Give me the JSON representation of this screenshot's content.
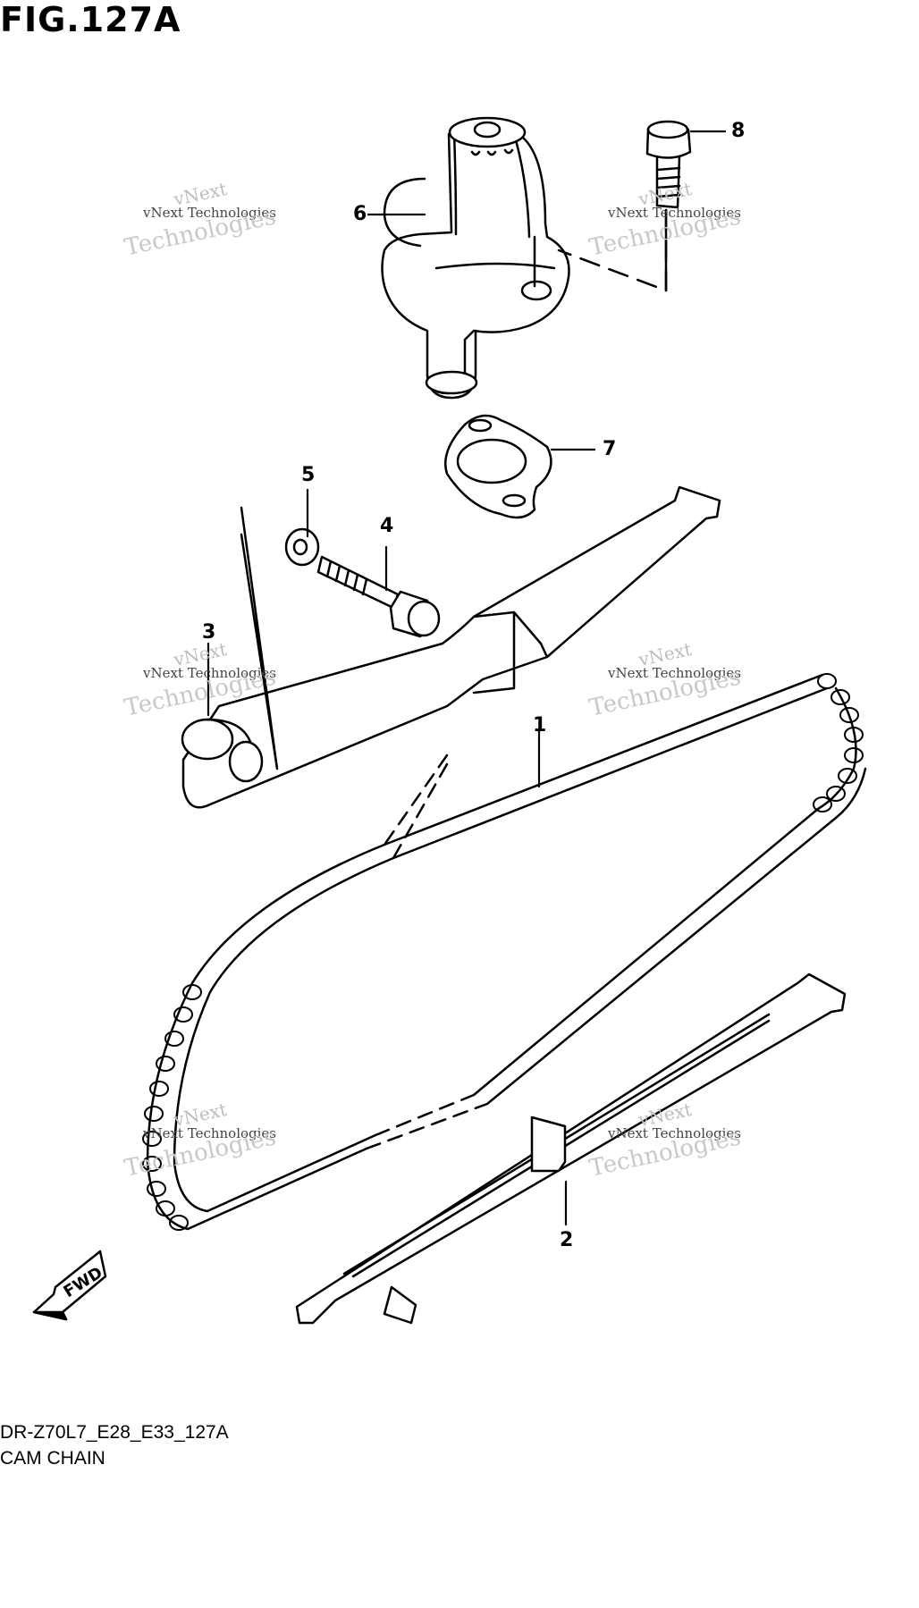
{
  "figure": {
    "title": "FIG.127A",
    "model_code": "DR-Z70L7_E28_E33_127A",
    "section_name": "CAM CHAIN",
    "fwd_label": "FWD"
  },
  "callouts": [
    "1",
    "2",
    "3",
    "4",
    "5",
    "6",
    "7",
    "8"
  ],
  "watermark": {
    "line1": "vNext",
    "line2": "vNext Technologies",
    "line3": "Technologies"
  },
  "colors": {
    "line": "#000000",
    "background": "#ffffff",
    "watermark": "#bdbdbd"
  }
}
